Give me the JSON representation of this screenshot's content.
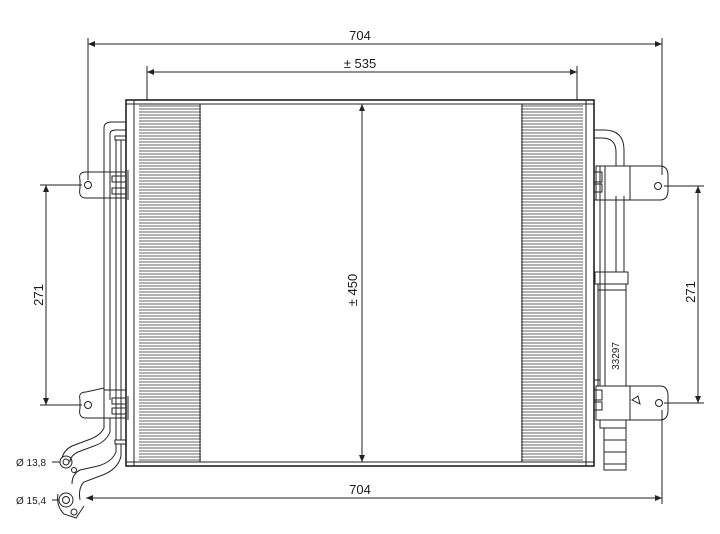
{
  "part_number": "33297",
  "dimensions": {
    "overall_width_top": "704",
    "overall_width_bottom": "704",
    "core_width": "± 535",
    "core_height": "± 450",
    "left_mount_spacing": "271",
    "right_mount_spacing": "271",
    "pipe_diameter_1": "Ø 13,8",
    "pipe_diameter_2": "Ø 15,4"
  }
}
